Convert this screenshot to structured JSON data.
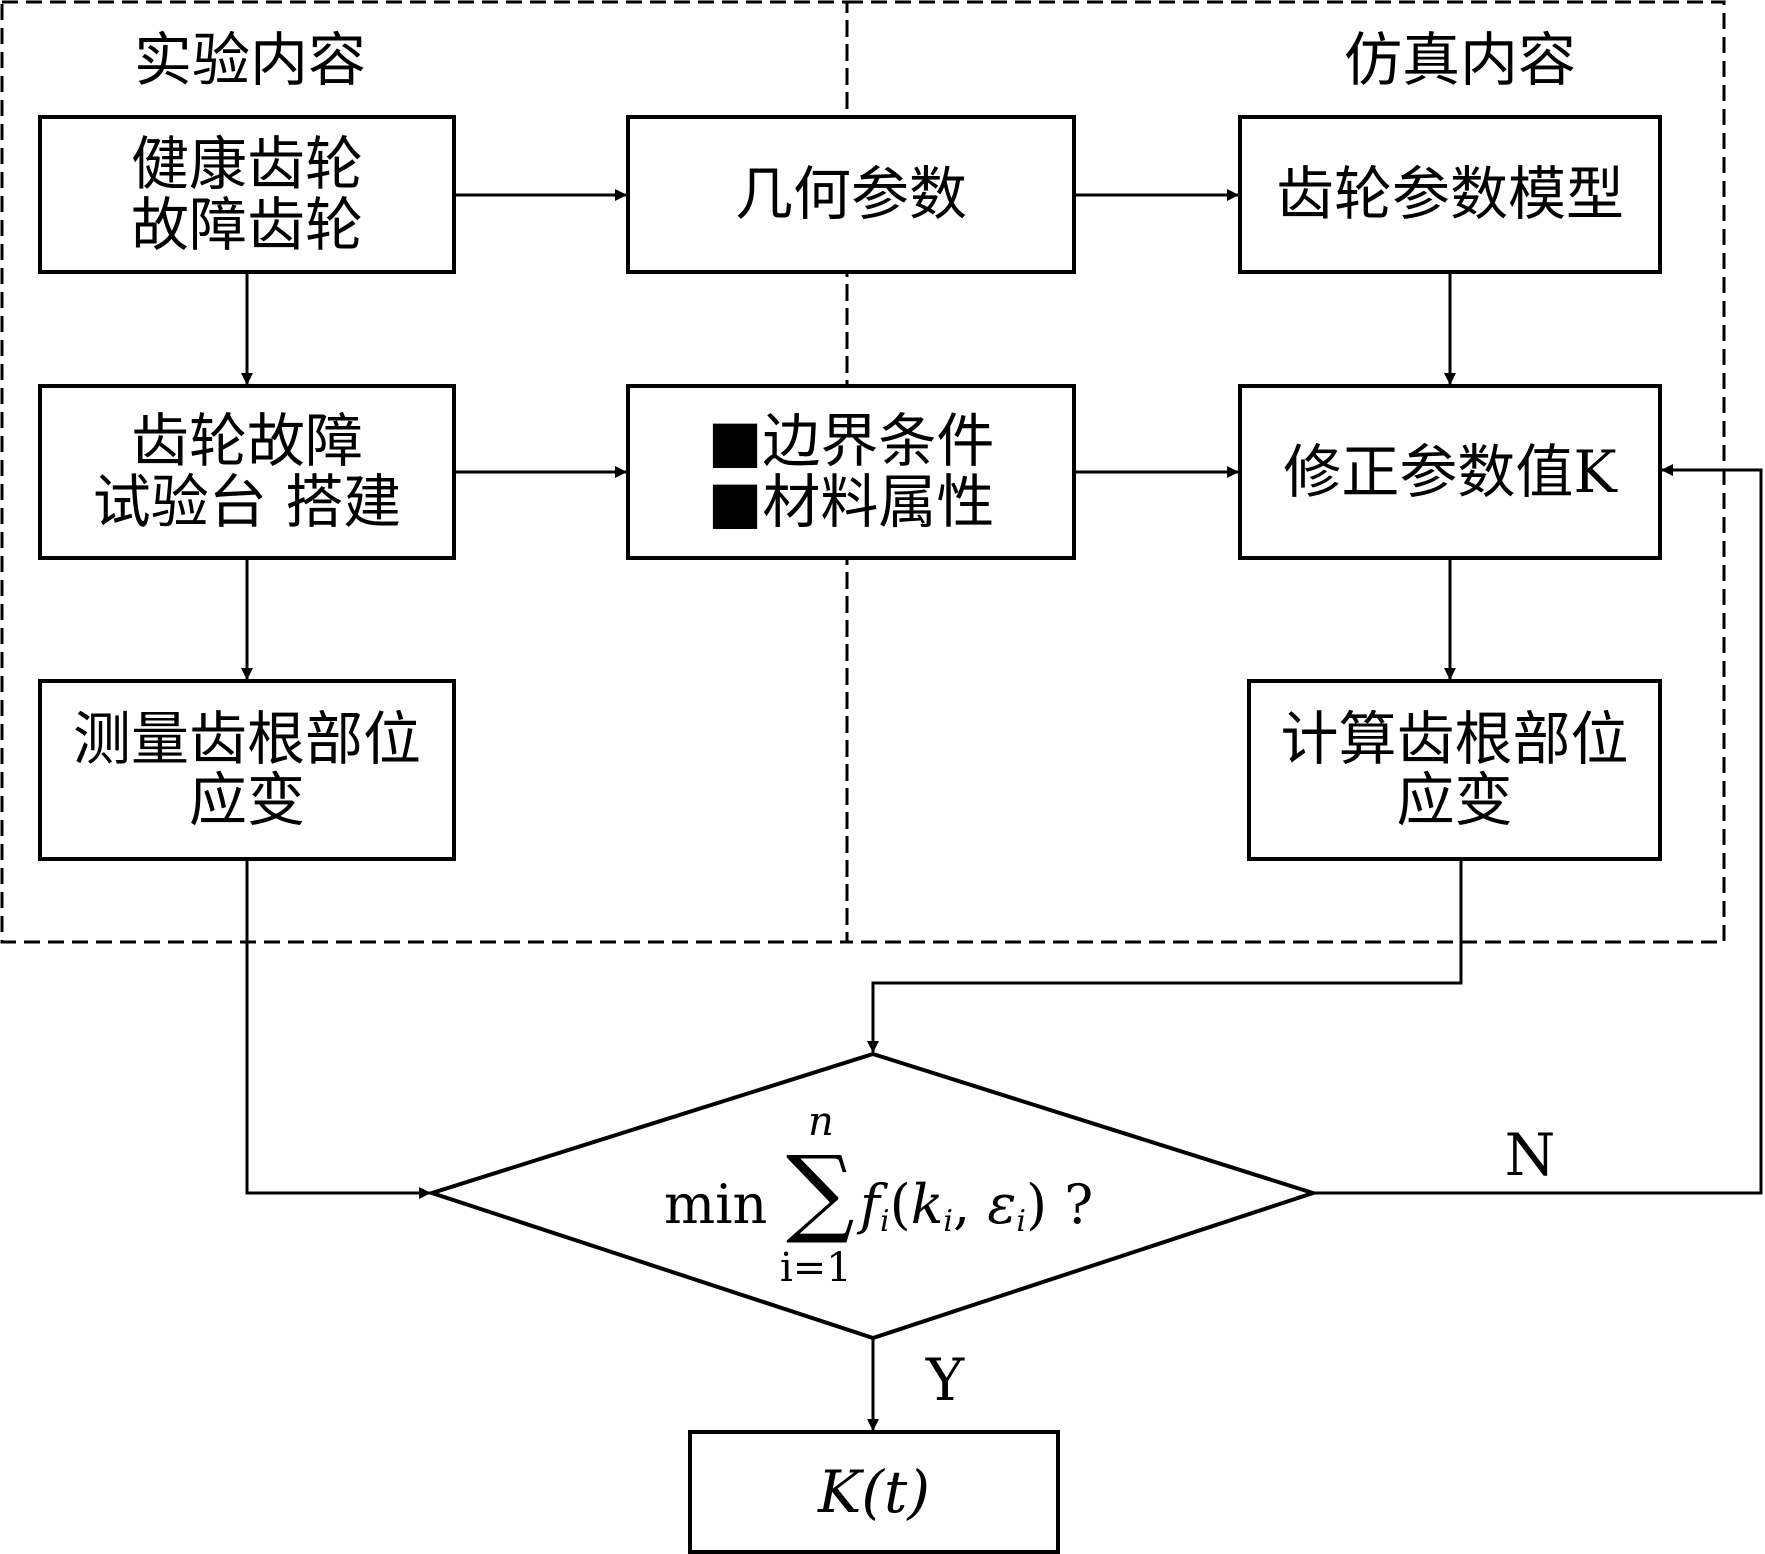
{
  "sections": {
    "experiment": "实验内容",
    "simulation": "仿真内容"
  },
  "nodes": {
    "gears": {
      "line1": "健康齿轮",
      "line2": "故障齿轮"
    },
    "geometry": "几何参数",
    "gear_model": "齿轮参数模型",
    "test_rig": {
      "line1": "齿轮故障",
      "line2": "试验台 搭建"
    },
    "conditions": {
      "line1": "■边界条件",
      "line2": "■材料属性"
    },
    "correction": "修正参数值K",
    "measure": {
      "line1": "测量齿根部位",
      "line2": "应变"
    },
    "compute": {
      "line1": "计算齿根部位",
      "line2": "应变"
    },
    "decision": {
      "min": "min",
      "upper": "n",
      "lower": "i=1",
      "f": "f",
      "sub_i": "i",
      "k": "k",
      "sub_i2": "i",
      "eps": "ε",
      "sub_i3": "i",
      "q": "?"
    },
    "result": "K(t)"
  },
  "edges": {
    "no": "N",
    "yes": "Y"
  }
}
